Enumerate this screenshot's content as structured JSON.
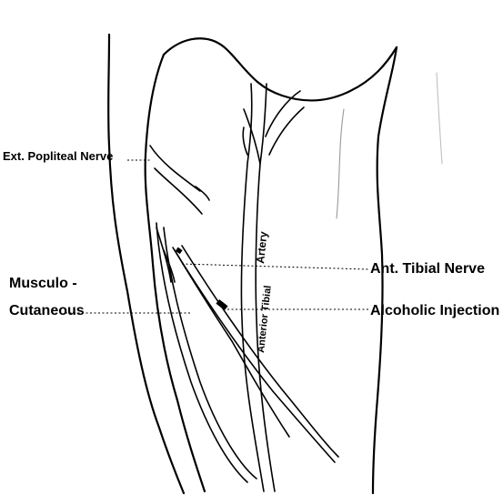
{
  "labels": {
    "ext_popliteal_nerve": "Ext. Popliteal Nerve",
    "musculo_line1": "Musculo -",
    "musculo_line2": "Cutaneous",
    "ant_tibial_nerve": "Ant. Tibial Nerve",
    "alcoholic_injection": "Alcoholic Injection",
    "vessel_label_1": "Anterior Tibial",
    "vessel_label_2": "Artery"
  }
}
